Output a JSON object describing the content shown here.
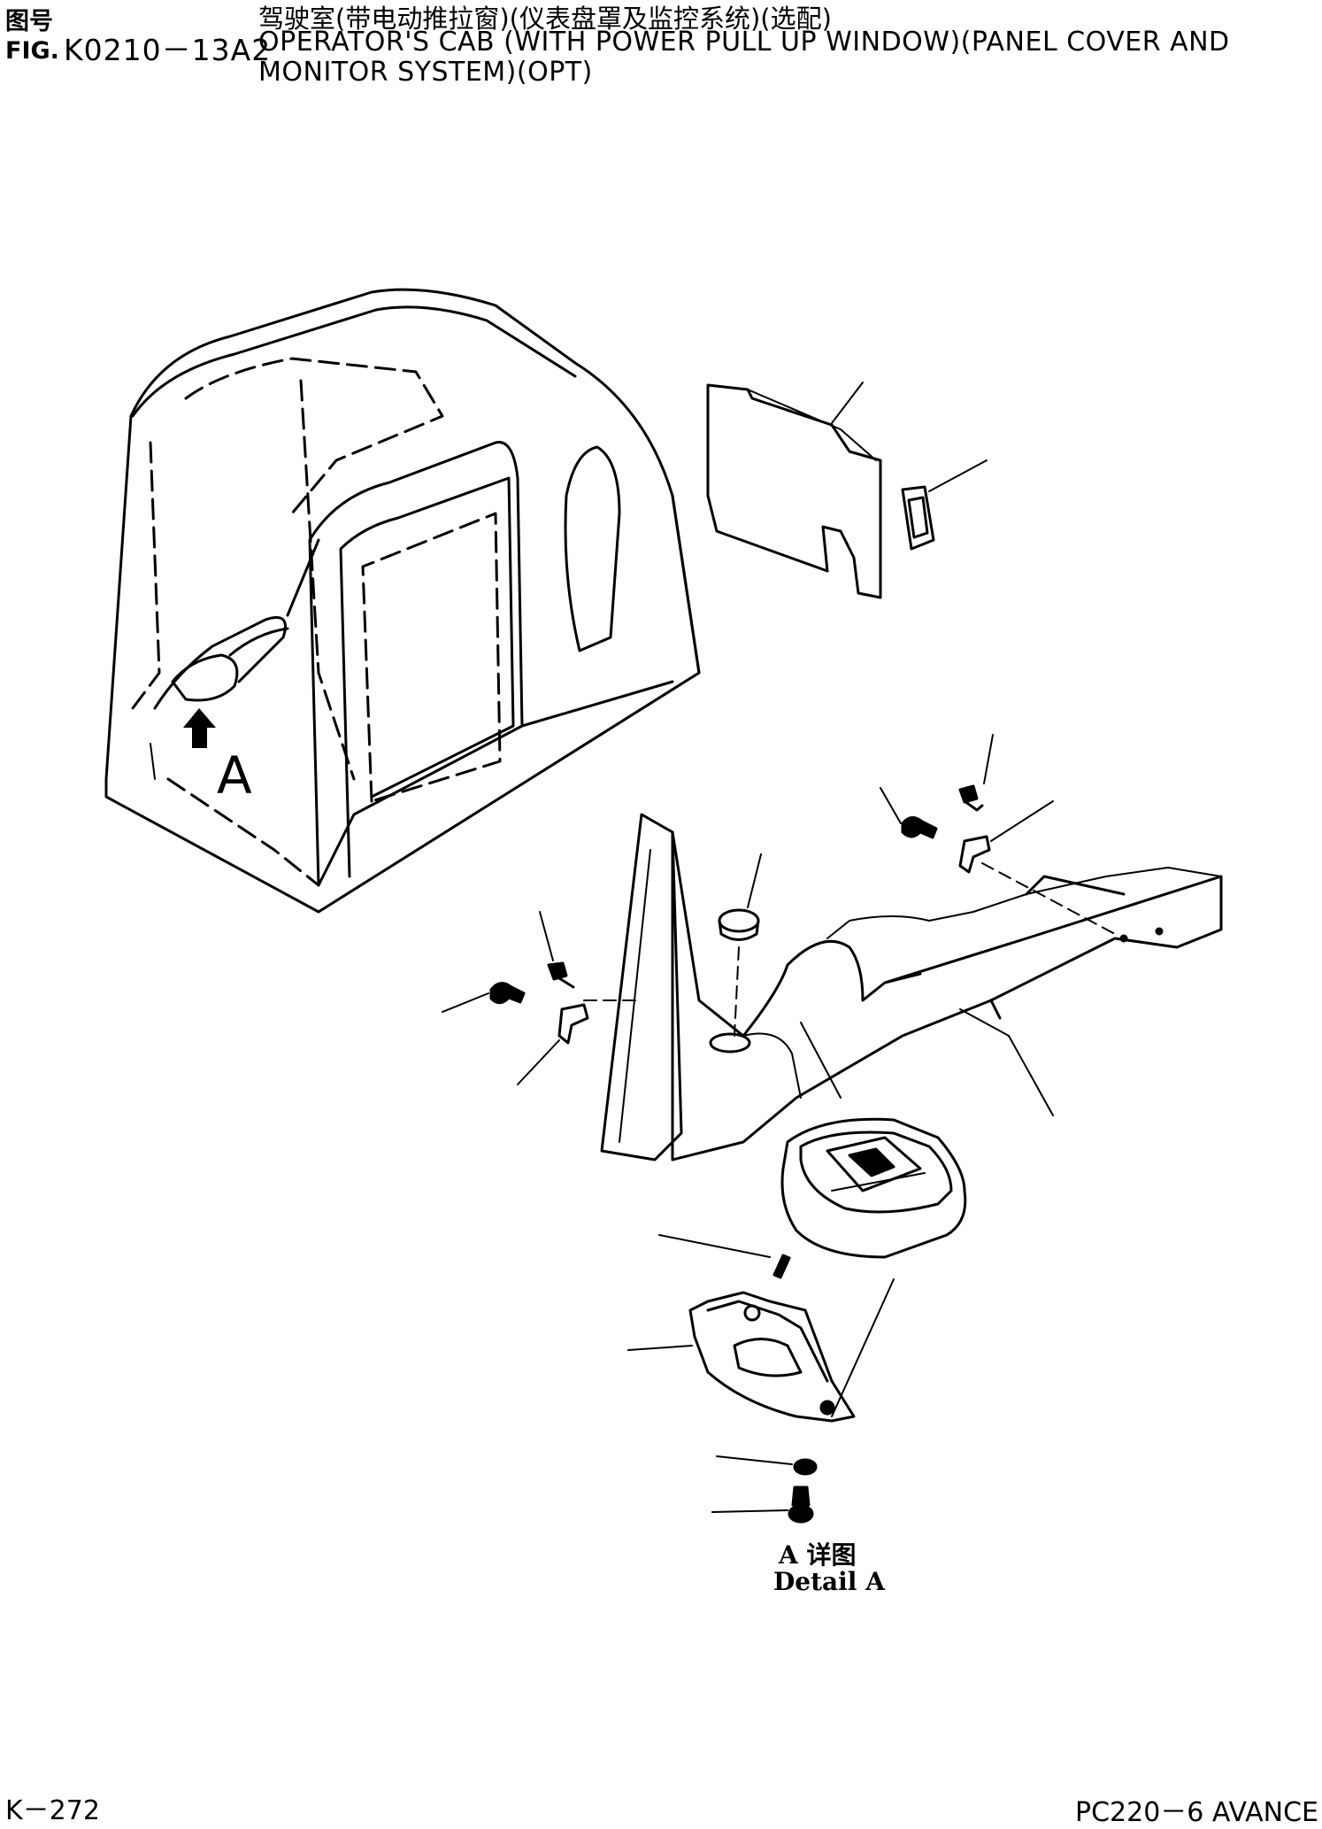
{
  "header": {
    "fig_label_cn": "图号",
    "fig_label_en": "FIG.",
    "fig_code": "K0210－13A2",
    "title_cn": "驾驶室(带电动推拉窗)(仪表盘罩及监控系统)(选配)",
    "title_en_line1": "OPERATOR'S CAB (WITH POWER PULL UP WINDOW)(PANEL COVER AND",
    "title_en_line2": "MONITOR SYSTEM)(OPT)"
  },
  "drawing": {
    "view_letter": "A",
    "detail_label_cn": "A 详图",
    "detail_label_en": "Detail A"
  },
  "footer": {
    "page_number": "K－272",
    "model": "PC220－6 AVANCE"
  }
}
